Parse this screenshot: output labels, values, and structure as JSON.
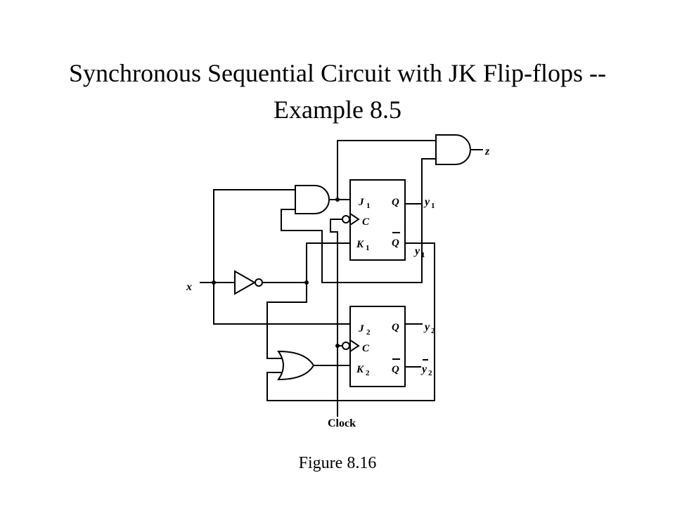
{
  "title": {
    "line1": "Synchronous Sequential Circuit with JK Flip-flops --",
    "line2": "Example 8.5"
  },
  "caption": "Figure 8.16",
  "signals": {
    "input": "x",
    "output": "z",
    "clock": "Clock",
    "y1": "y",
    "y1_sub": "1",
    "y2": "y",
    "y2_sub": "2"
  },
  "flipflop1": {
    "j": "J",
    "j_sub": "1",
    "c": "C",
    "k": "K",
    "k_sub": "1",
    "q": "Q",
    "qbar": "Q"
  },
  "flipflop2": {
    "j": "J",
    "j_sub": "2",
    "c": "C",
    "k": "K",
    "k_sub": "2",
    "q": "Q",
    "qbar": "Q"
  }
}
